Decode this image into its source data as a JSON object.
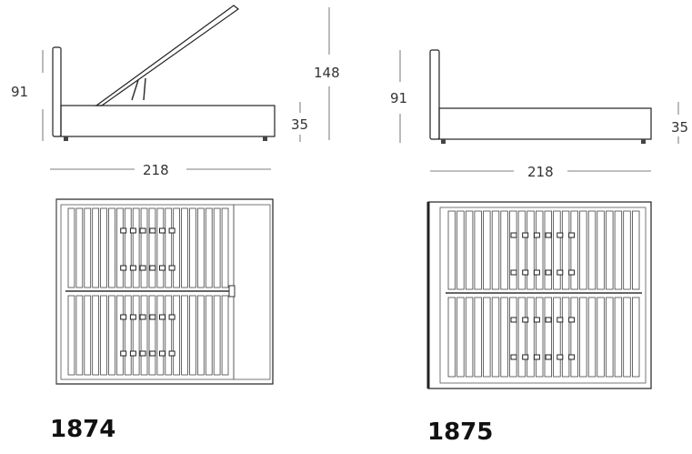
{
  "products": [
    {
      "model": "1874",
      "dims": {
        "height": "91",
        "open_height": "148",
        "base_height": "35",
        "length": "218"
      },
      "variant": "storage-lift"
    },
    {
      "model": "1875",
      "dims": {
        "height": "91",
        "base_height": "35",
        "length": "218"
      },
      "variant": "fixed-base"
    }
  ],
  "colors": {
    "line": "#222222",
    "background": "#ffffff"
  }
}
